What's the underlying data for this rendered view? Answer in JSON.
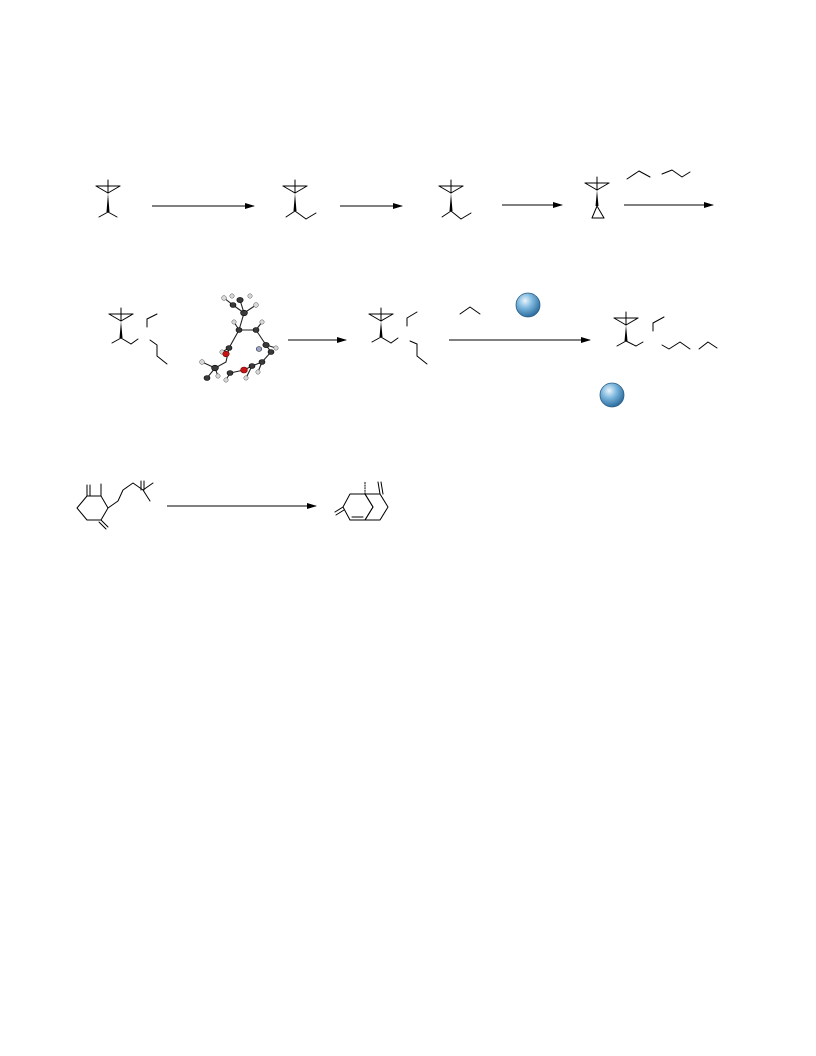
{
  "figure": {
    "background": "#ffffff",
    "bond_color": "#000000",
    "sphere_color": "#4a90c0",
    "atom_colors": {
      "carbon": "#3a3a3a",
      "hydrogen": "#d8d8d8",
      "oxygen": "#c81414",
      "nitrogen": "#9aa3c8"
    }
  },
  "schemes": [
    {
      "id": "scheme-1",
      "compounds": 4,
      "arrows": 4
    },
    {
      "id": "scheme-2",
      "compounds": 4,
      "arrows": 2,
      "spheres": 2
    },
    {
      "id": "scheme-3",
      "compounds": 2,
      "arrows": 1
    }
  ]
}
